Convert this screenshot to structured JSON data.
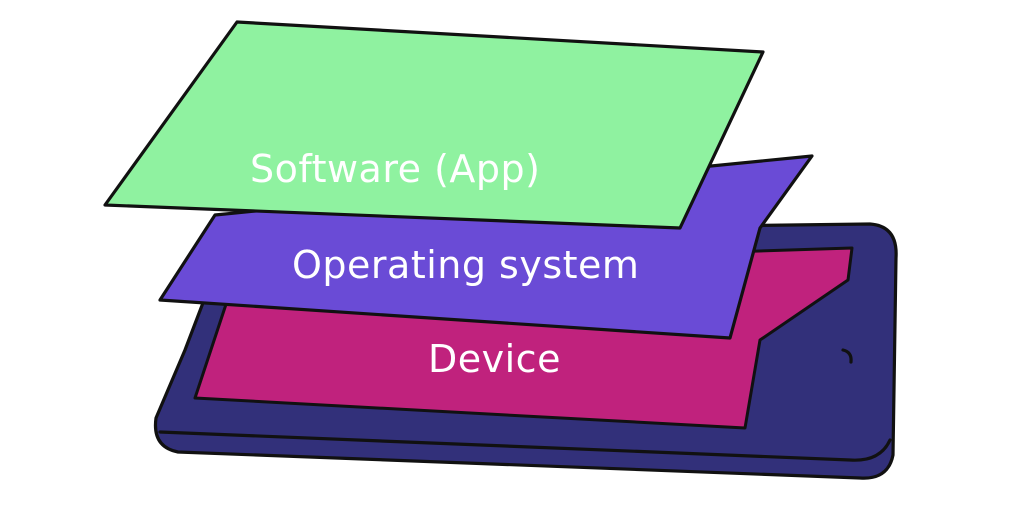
{
  "diagram": {
    "layers": [
      {
        "id": "software",
        "label": "Software (App)",
        "color": "#8ff2a0"
      },
      {
        "id": "os",
        "label": "Operating system",
        "color": "#6a4bd6"
      },
      {
        "id": "device",
        "label": "Device",
        "color": "#c0227d"
      }
    ],
    "device_body_color": "#32307a",
    "outline_color": "#111111",
    "label_color": "#ffffff"
  }
}
